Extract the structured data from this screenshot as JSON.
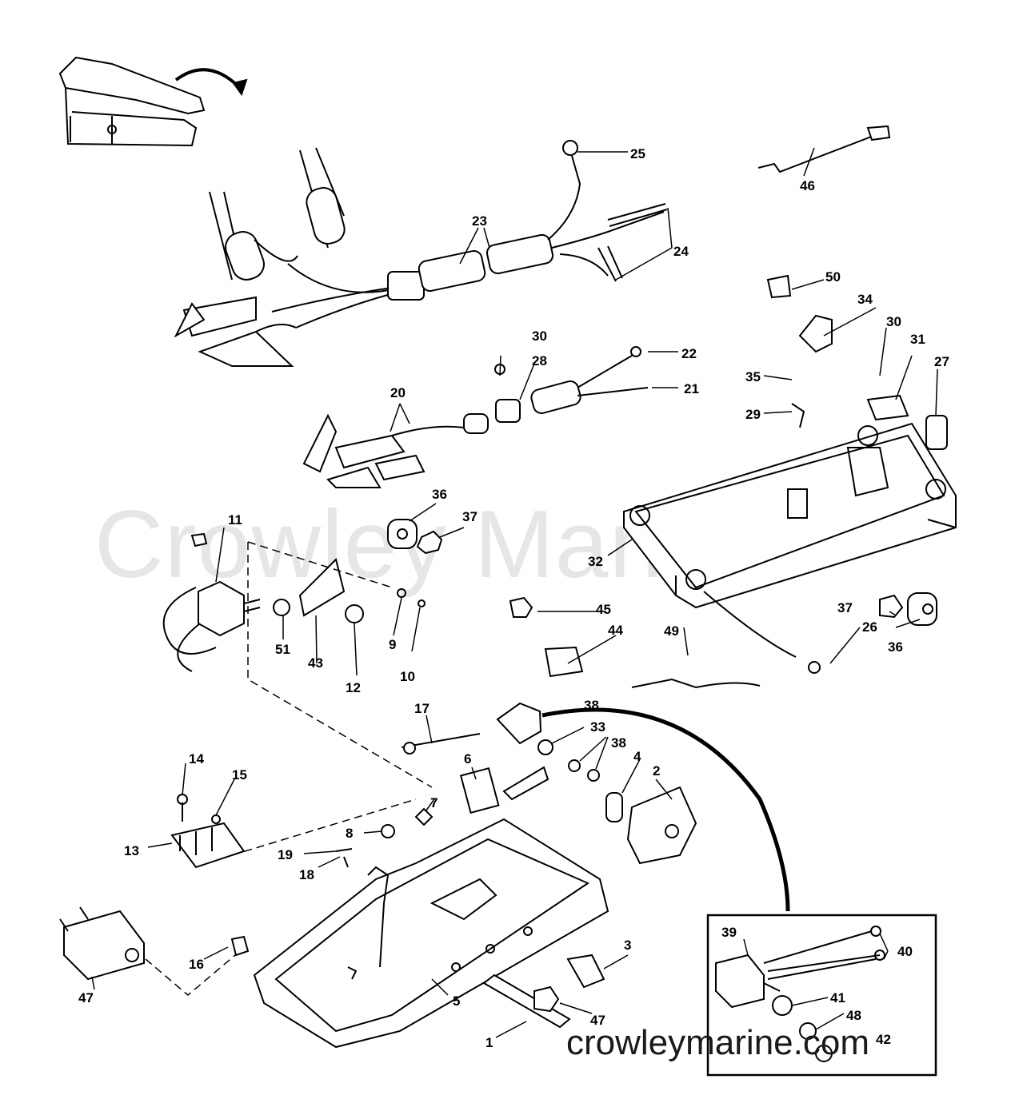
{
  "watermark_text": "Crowley Marine",
  "site_text": "crowleymarine.com",
  "callouts": [
    "1",
    "2",
    "3",
    "4",
    "5",
    "6",
    "7",
    "8",
    "9",
    "10",
    "11",
    "12",
    "13",
    "14",
    "15",
    "16",
    "17",
    "18",
    "19",
    "20",
    "21",
    "22",
    "23",
    "24",
    "25",
    "26",
    "27",
    "28",
    "29",
    "30",
    "31",
    "32",
    "33",
    "34",
    "35",
    "36",
    "37",
    "38",
    "39",
    "40",
    "41",
    "42",
    "43",
    "44",
    "45",
    "46",
    "47",
    "48",
    "49",
    "50",
    "51"
  ]
}
